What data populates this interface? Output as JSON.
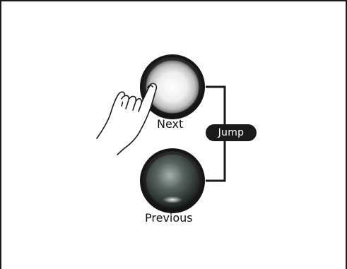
{
  "buttons": {
    "next": {
      "label": "Next"
    },
    "previous": {
      "label": "Previous"
    }
  },
  "jump": {
    "label": "Jump"
  },
  "icons": {
    "hand": "hand-pointing-icon",
    "bracket": "bracket-connector-icon"
  },
  "colors": {
    "frame": "#1a1a1a",
    "badge": "#1a1a1a",
    "badge_text": "#ffffff",
    "next_button_face": "#f4f4f4",
    "previous_button_face": "#3c4743"
  }
}
